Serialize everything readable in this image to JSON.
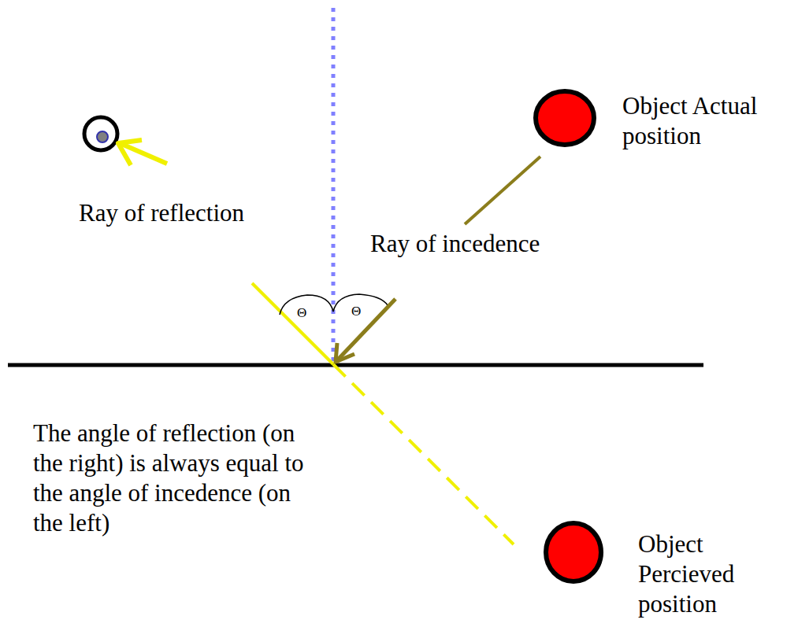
{
  "diagram": {
    "labels": [
      "Ray of reflection",
      "Object Actual position",
      "Ray of incedence",
      "Θ",
      "Θ",
      "The angle of reflection (on the right) is always equal to the angle of incedence (on the left)",
      "Object Percieved position"
    ]
  }
}
